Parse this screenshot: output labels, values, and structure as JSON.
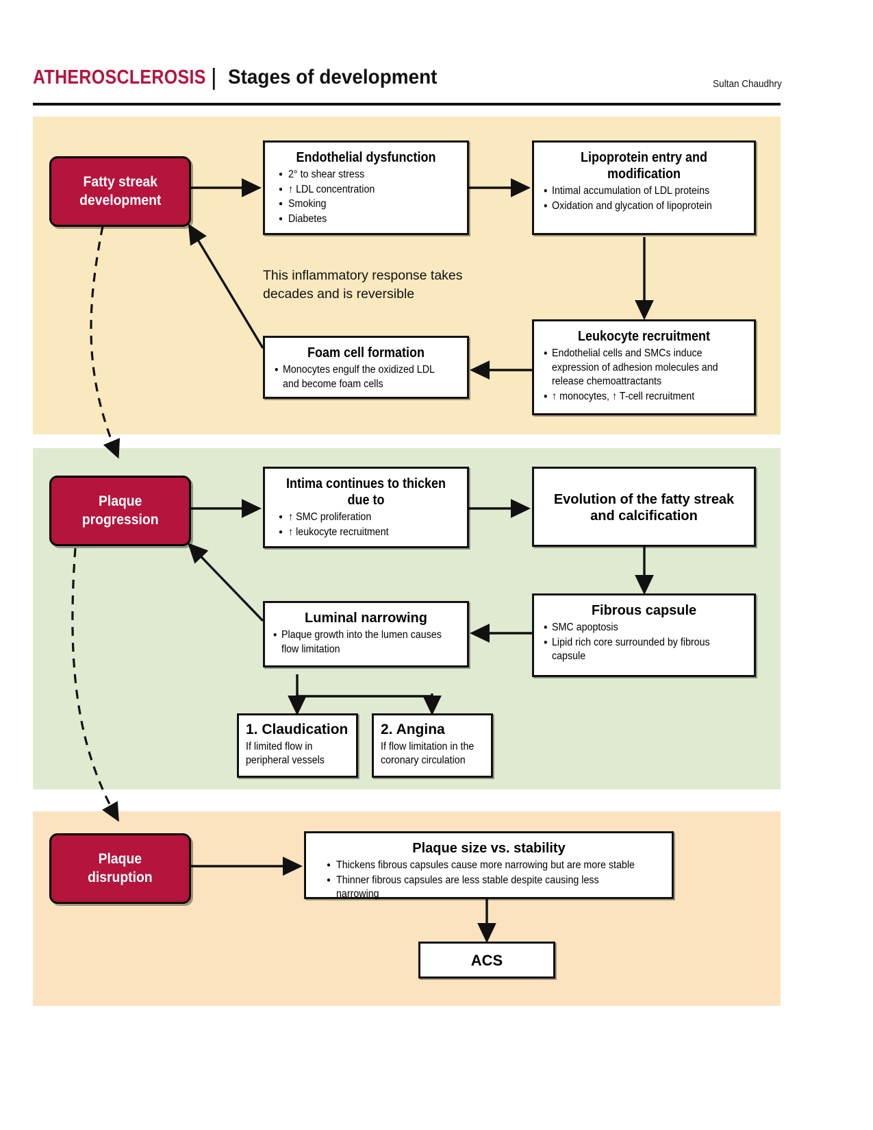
{
  "header": {
    "brand": "ATHEROSCLEROSIS",
    "separator": "|",
    "title": "Stages of development",
    "author": "Sultan Chaudhry"
  },
  "colors": {
    "brand_red": "#b5143c",
    "band_fatty_streak": "#fae8bf",
    "band_plaque_progression": "#e0ead0",
    "band_plaque_disruption": "#fbe3c0",
    "box_border": "#111111",
    "box_fill": "#ffffff"
  },
  "note": "This inflammatory response takes decades and is reversible",
  "stages": [
    {
      "chip": {
        "line1": "Fatty streak",
        "line2": "development"
      },
      "boxes": [
        {
          "title": "Endothelial dysfunction",
          "bullets": [
            "2° to shear stress",
            "↑ LDL concentration",
            "Smoking",
            "Diabetes"
          ]
        },
        {
          "title": "Lipoprotein entry and modification",
          "bullets": [
            "Intimal accumulation of LDL proteins",
            "Oxidation and glycation of lipoprotein"
          ]
        },
        {
          "title": "Leukocyte recruitment",
          "bullets": [
            "Endothelial cells and SMCs induce expression of adhesion molecules and release chemoattractants",
            "↑ monocytes, ↑ T-cell recruitment"
          ]
        },
        {
          "title": "Foam cell formation",
          "bullets": [
            "Monocytes engulf the oxidized LDL and become foam cells"
          ]
        }
      ]
    },
    {
      "chip": {
        "line1": "Plaque",
        "line2": "progression"
      },
      "boxes": [
        {
          "title": "Intima continues to thicken due to",
          "bullets": [
            "↑ SMC proliferation",
            "↑ leukocyte recruitment"
          ]
        },
        {
          "title": "Evolution of the fatty streak and calcification",
          "bullets": []
        },
        {
          "title": "Fibrous capsule",
          "bullets": [
            "SMC apoptosis",
            "Lipid rich core surrounded by fibrous capsule"
          ]
        },
        {
          "title": "Luminal narrowing",
          "bullets": [
            "Plaque growth into the lumen causes flow limitation"
          ]
        }
      ],
      "outcomes": [
        {
          "title": "1. Claudication",
          "body": "If limited flow in peripheral vessels"
        },
        {
          "title": "2. Angina",
          "body": "If flow limitation in the coronary circulation"
        }
      ]
    },
    {
      "chip": {
        "line1": "Plaque",
        "line2": "disruption"
      },
      "boxes": [
        {
          "title": "Plaque size vs. stability",
          "bullets": [
            "Thickens fibrous capsules cause more narrowing but are more stable",
            "Thinner fibrous capsules are less stable despite causing less narrowing"
          ]
        },
        {
          "title": "ACS",
          "bullets": []
        }
      ]
    }
  ]
}
